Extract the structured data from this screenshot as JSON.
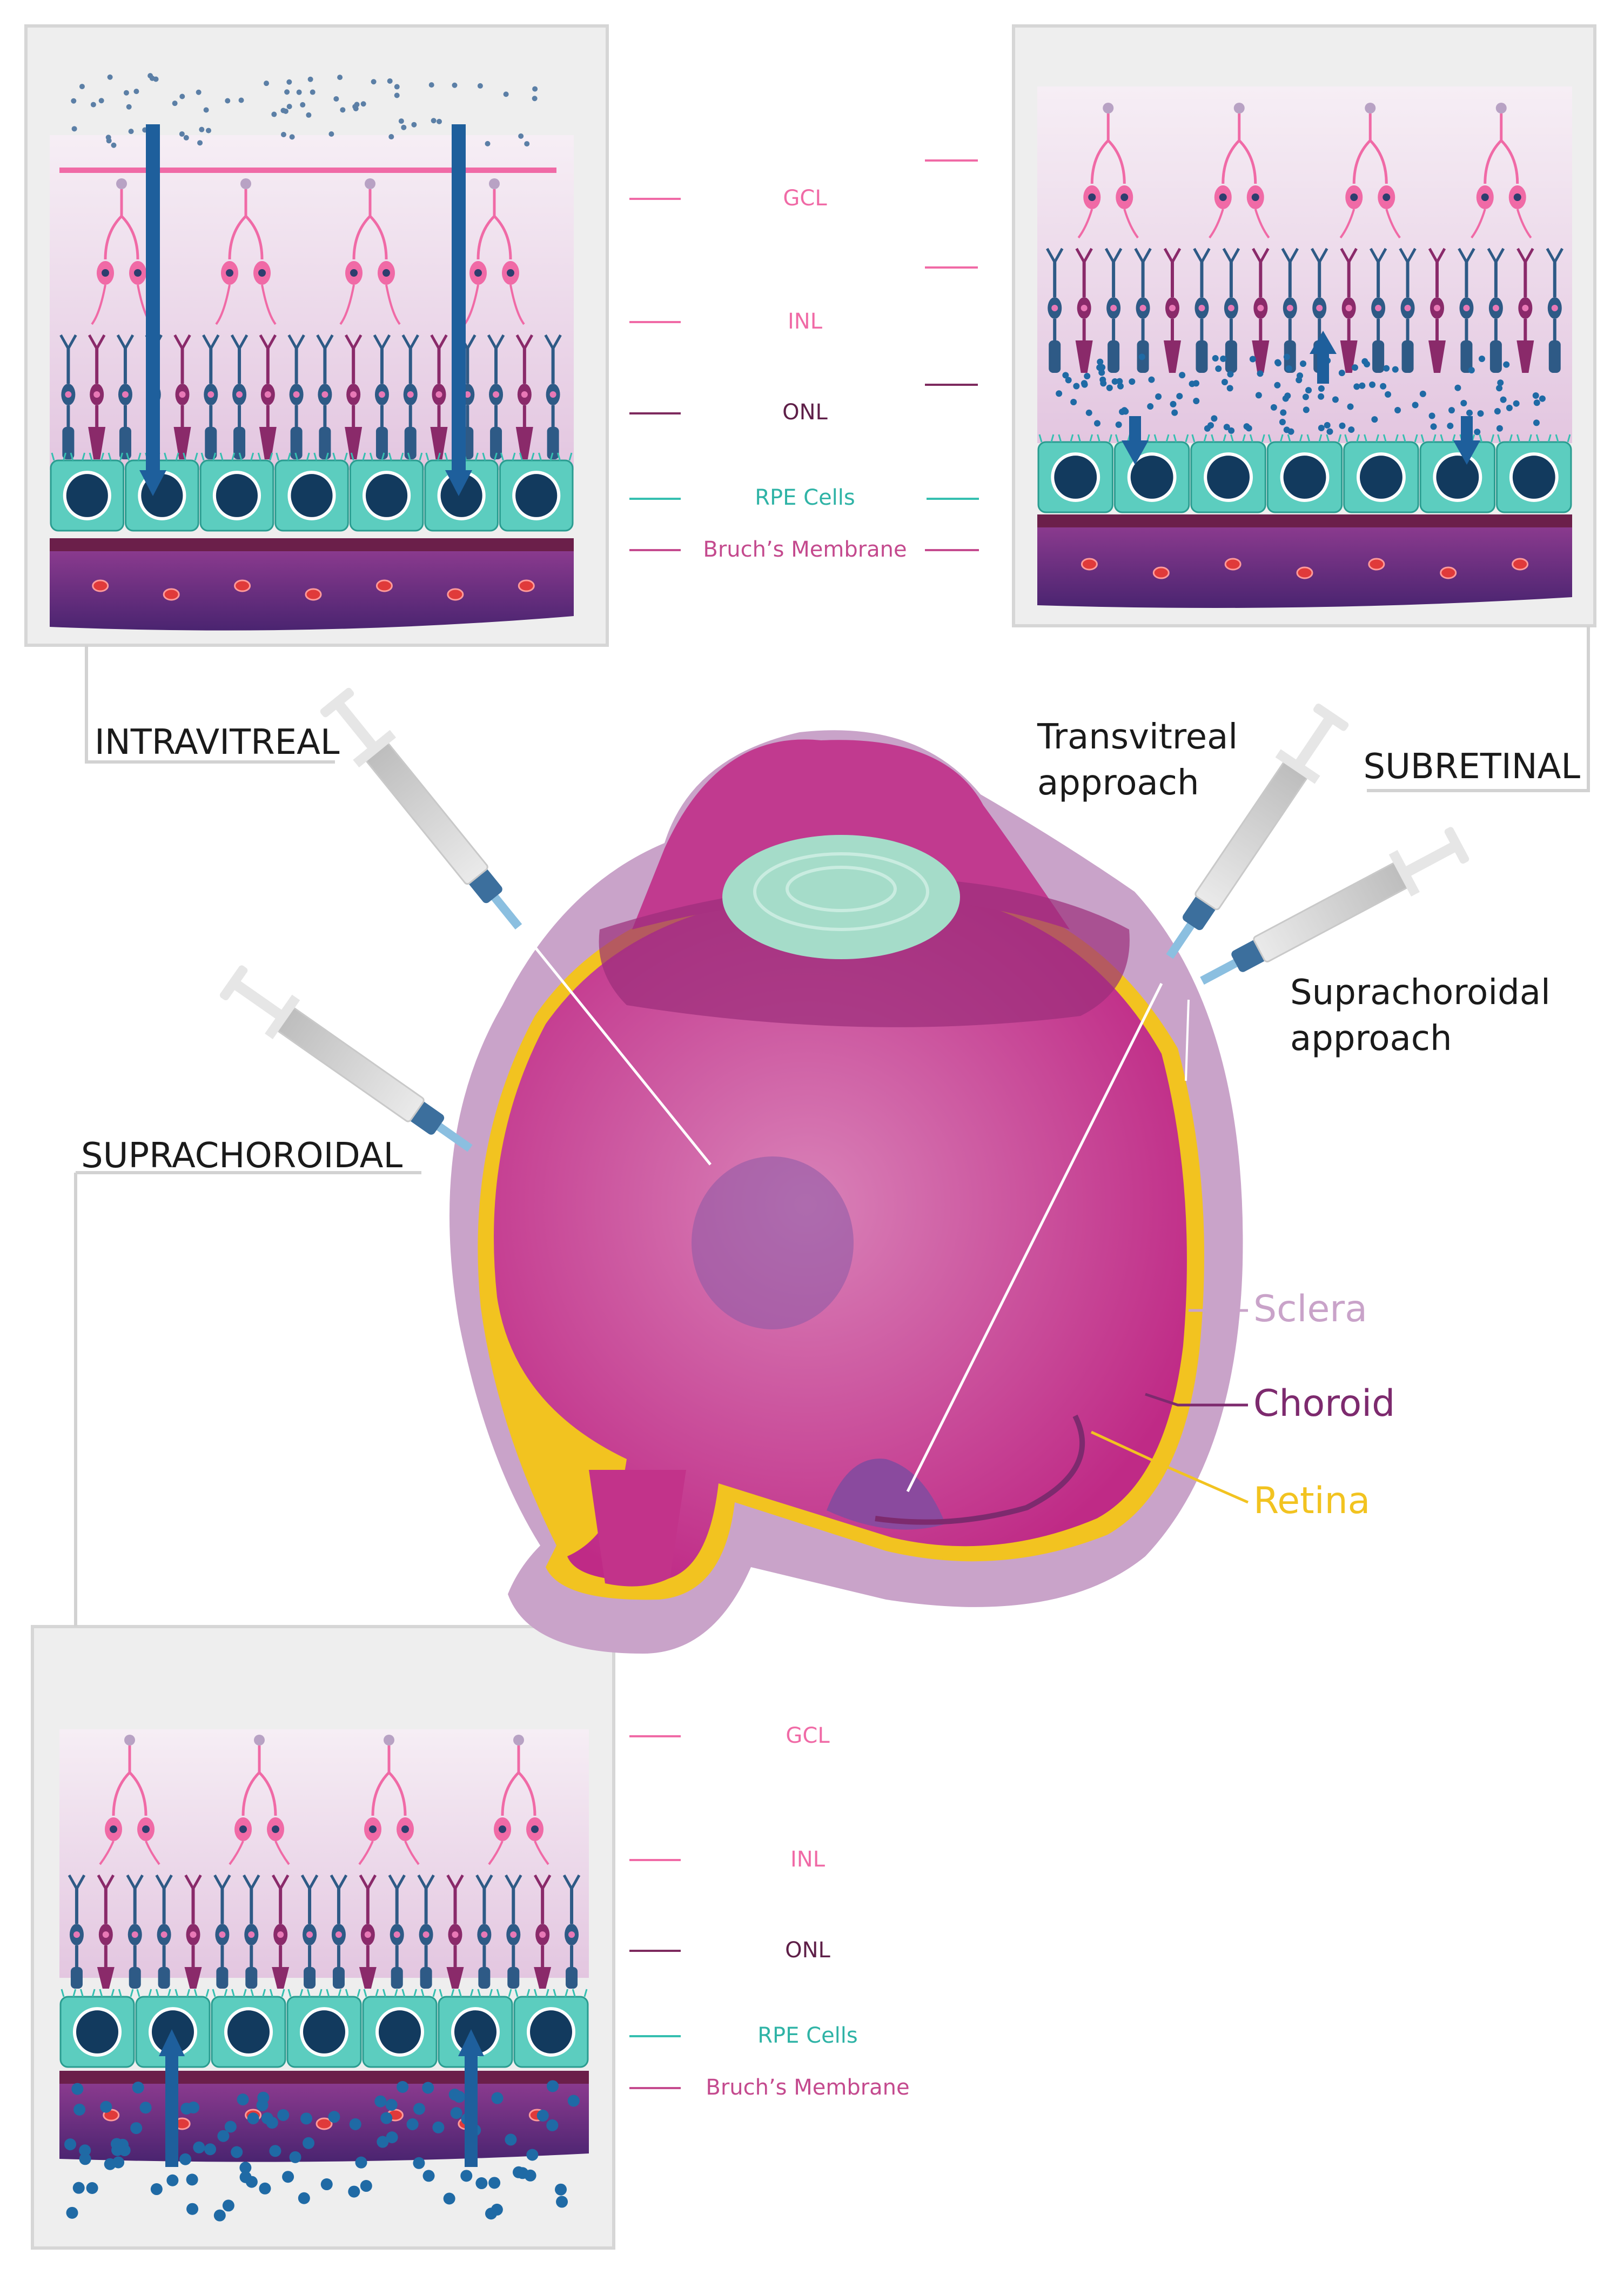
{
  "panels": {
    "intravitreal": {
      "title": "INTRAVITREAL"
    },
    "subretinal": {
      "title": "SUBRETINAL"
    },
    "suprachoroidal": {
      "title": "SUPRACHOROIDAL"
    }
  },
  "layers": {
    "gcl": "GCL",
    "inl": "INL",
    "onl": "ONL",
    "rpe": "RPE Cells",
    "bruch": "Bruch’s Membrane"
  },
  "approaches": {
    "transvitreal_line1": "Transvitreal",
    "transvitreal_line2": "approach",
    "suprachoroidal_line1": "Suprachoroidal",
    "suprachoroidal_line2": "approach"
  },
  "eye_labels": {
    "sclera": "Sclera",
    "choroid": "Choroid",
    "retina": "Retina"
  },
  "colors": {
    "gcl": "#f06aa6",
    "inl": "#f06aa6",
    "onl": "#7d2a5e",
    "rpe": "#35bfb0",
    "bruch": "#c44a8e",
    "sclera": "#c9a3c9",
    "choroid": "#7d2a6e",
    "retina": "#f2c320",
    "vitreous": "#c2338a",
    "drug": "#1f6aa5",
    "arrow": "#1e5f9c",
    "panel_bg": "#ededed"
  }
}
